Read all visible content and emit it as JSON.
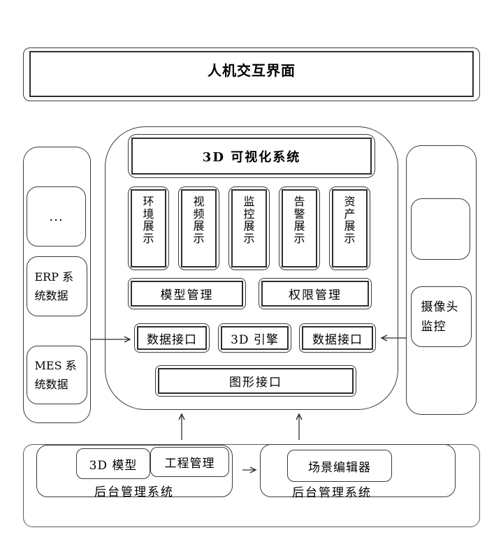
{
  "colors": {
    "line": "#3a3a3a",
    "line_inner": "#2e2e2e",
    "line_outer_bottom": "#5a5a5a",
    "text": "#000000",
    "background": "#ffffff"
  },
  "top_bar": {
    "title": "人机交互界面"
  },
  "visualization_system": {
    "title": "3D 可视化系统",
    "display_panels": [
      "环境展示",
      "视频展示",
      "监控展示",
      "告警展示",
      "资产展示"
    ],
    "management": [
      "模型管理",
      "权限管理"
    ],
    "middleware": [
      "数据接口",
      "3D 引擎",
      "数据接口"
    ],
    "graphics_interface": "图形接口"
  },
  "data_sources": {
    "items": [
      "...",
      "ERP 系统数据",
      "MES 系统数据"
    ]
  },
  "camera_panel": {
    "label": "摄像头监控"
  },
  "backend_left": {
    "modules": [
      "3D 模型",
      "工程管理"
    ],
    "label": "后台管理系统"
  },
  "backend_right": {
    "modules": [
      "场景编辑器"
    ],
    "label": "后台管理系统"
  },
  "icons": {
    "arrow_left_in": "arrow-right-icon",
    "arrow_right_in": "arrow-left-icon",
    "arrow_up_1": "arrow-up-icon",
    "arrow_up_2": "arrow-up-icon",
    "arrow_between_backends": "arrow-right-icon"
  }
}
